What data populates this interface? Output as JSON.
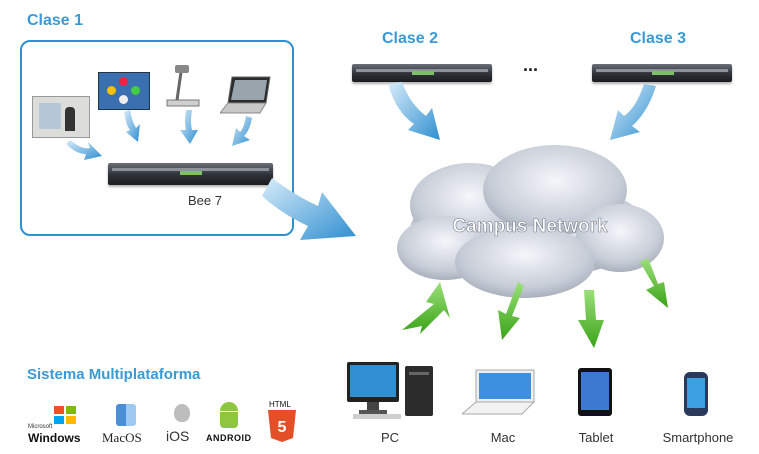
{
  "clase1": "Clase 1",
  "clase2": "Clase 2",
  "clase3": "Clase 3",
  "ellipsis": "...",
  "bee7": "Bee 7",
  "cloud_label": "Campus Network",
  "multi_title": "Sistema Multiplataforma",
  "platforms": {
    "windows_small": "Microsoft",
    "windows": "Windows",
    "macos": "MacOS",
    "ios": "iOS",
    "android": "ANDROID",
    "html": "HTML"
  },
  "devices": [
    "PC",
    "Mac",
    "Tablet",
    "Smartphone"
  ],
  "colors": {
    "accent": "#3b9ad6",
    "arrow_blue": "#4aa3dc",
    "arrow_green": "#4cba28"
  }
}
